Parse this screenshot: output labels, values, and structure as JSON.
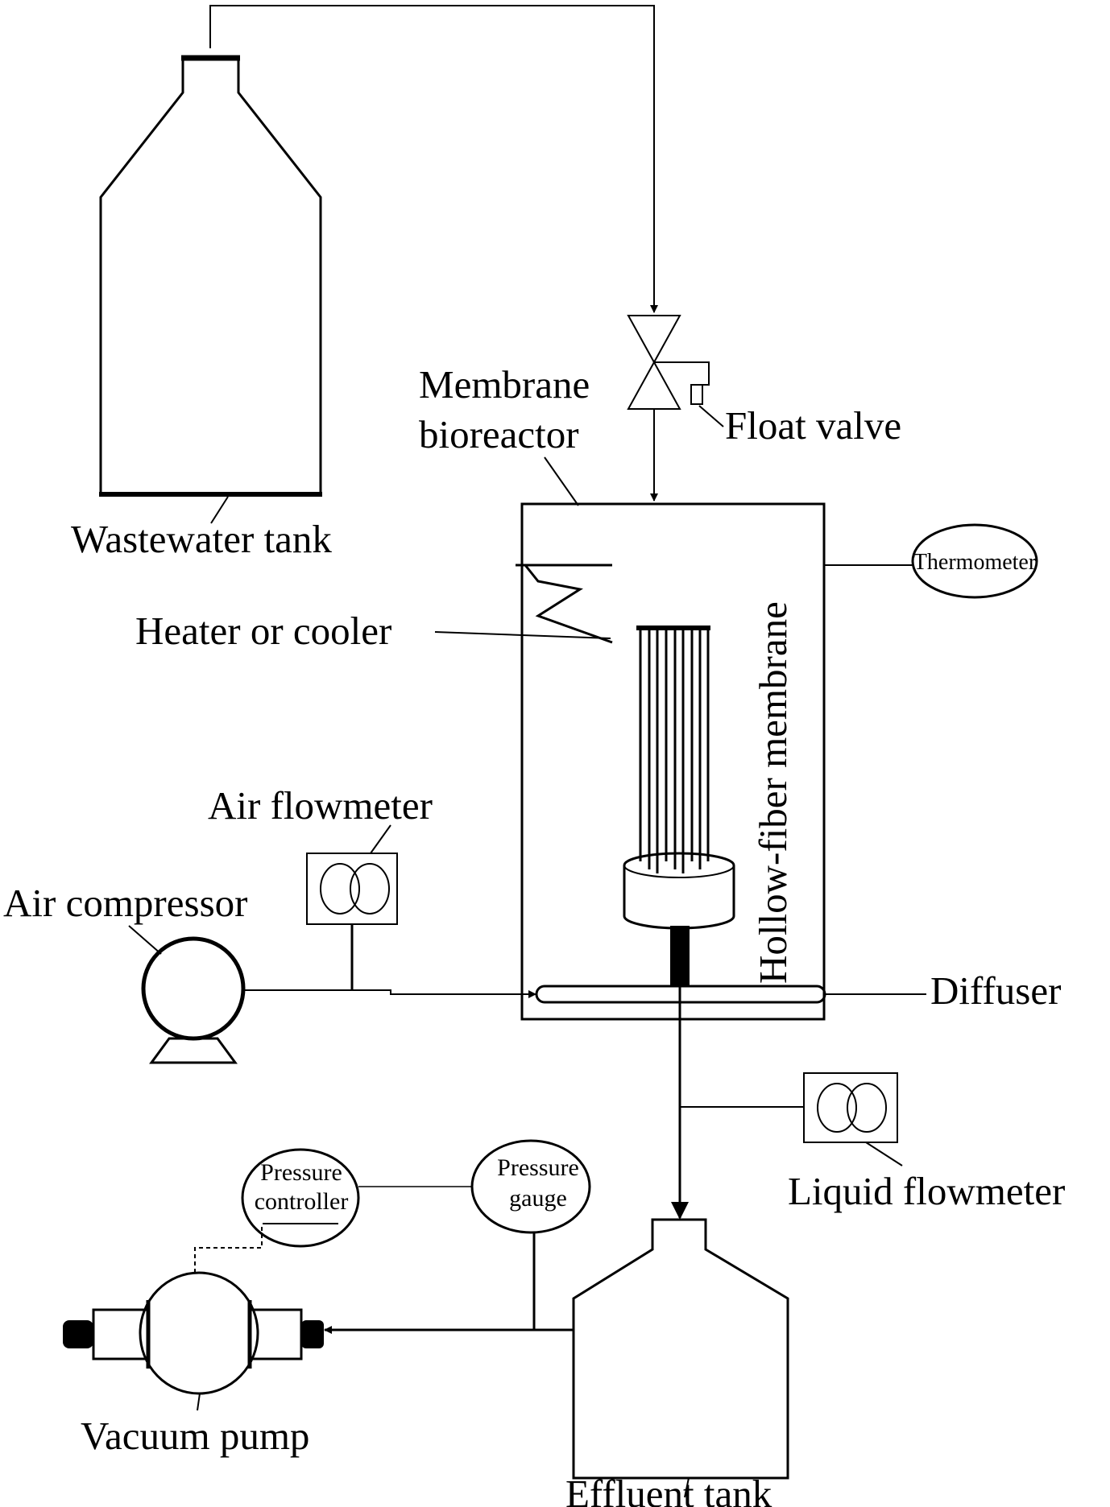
{
  "diagram": {
    "title": "",
    "labels": {
      "wastewater_tank": "Wastewater tank",
      "membrane_bioreactor_line1": "Membrane",
      "membrane_bioreactor_line2": "bioreactor",
      "float_valve": "Float valve",
      "thermometer": "Thermometer",
      "heater_or_cooler": "Heater or cooler",
      "hollow_fiber_membrane": "Hollow-fiber membrane",
      "air_flowmeter": "Air flowmeter",
      "air_compressor": "Air compressor",
      "diffuser": "Diffuser",
      "liquid_flowmeter": "Liquid flowmeter",
      "pressure_controller_line1": "Pressure",
      "pressure_controller_line2": "controller",
      "pressure_gauge_line1": "Pressure",
      "pressure_gauge_line2": "gauge",
      "vacuum_pump": "Vacuum pump",
      "effluent_tank": "Effluent tank"
    }
  }
}
